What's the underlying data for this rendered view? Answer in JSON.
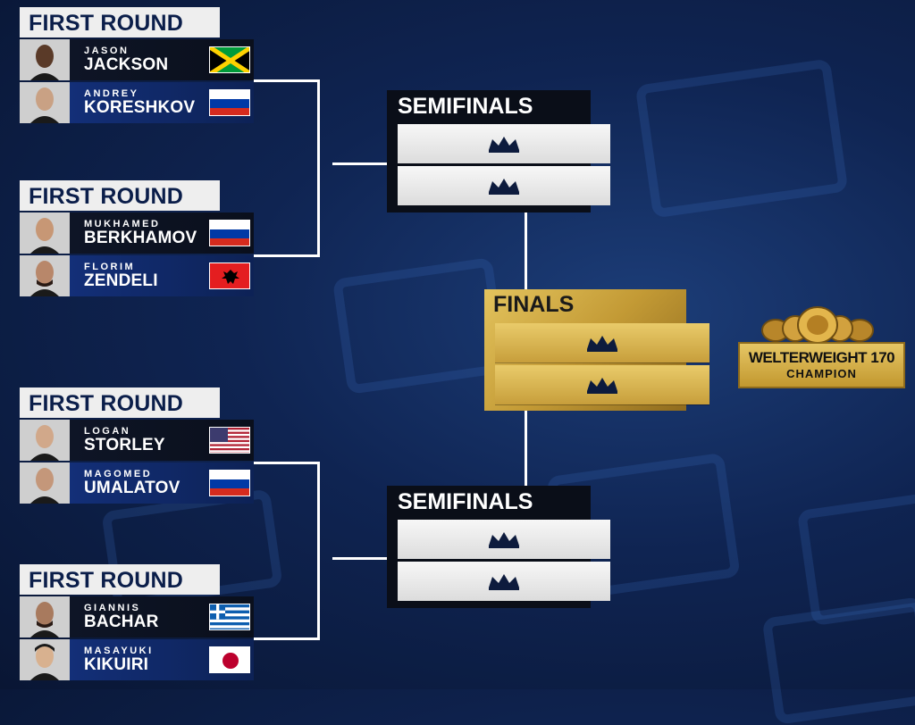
{
  "first_rounds": [
    {
      "title": "FIRST ROUND",
      "fighters": [
        {
          "first": "JASON",
          "last": "JACKSON",
          "flag": "jamaica-flag"
        },
        {
          "first": "ANDREY",
          "last": "KORESHKOV",
          "flag": "russia-flag"
        }
      ]
    },
    {
      "title": "FIRST ROUND",
      "fighters": [
        {
          "first": "MUKHAMED",
          "last": "BERKHAMOV",
          "flag": "russia-flag"
        },
        {
          "first": "FLORIM",
          "last": "ZENDELI",
          "flag": "albania-flag"
        }
      ]
    },
    {
      "title": "FIRST ROUND",
      "fighters": [
        {
          "first": "LOGAN",
          "last": "STORLEY",
          "flag": "usa-flag"
        },
        {
          "first": "MAGOMED",
          "last": "UMALATOV",
          "flag": "russia-flag"
        }
      ]
    },
    {
      "title": "FIRST ROUND",
      "fighters": [
        {
          "first": "GIANNIS",
          "last": "BACHAR",
          "flag": "greece-flag"
        },
        {
          "first": "MASAYUKI",
          "last": "KIKUIRI",
          "flag": "japan-flag"
        }
      ]
    }
  ],
  "semifinals": [
    {
      "title": "SEMIFINALS",
      "slot_icon": "crown-icon"
    },
    {
      "title": "SEMIFINALS",
      "slot_icon": "crown-icon"
    }
  ],
  "finals": {
    "title": "FINALS",
    "slot_icon": "crown-icon"
  },
  "champion": {
    "division": "WELTERWEIGHT 170",
    "label": "CHAMPION",
    "icon": "championship-belt-icon"
  },
  "colors": {
    "background": "#0f2452",
    "nameplate_dark": "#0e1526",
    "nameplate_blue": "#132f78",
    "gold": "#d4b04a",
    "title_text": "#0b1e4a"
  }
}
